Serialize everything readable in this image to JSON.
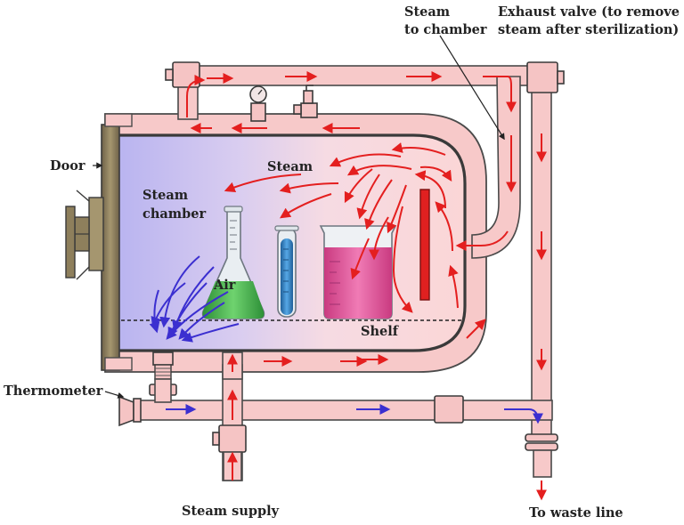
{
  "diagram": {
    "labels": {
      "steam_to_chamber_1": "Steam",
      "steam_to_chamber_2": "to chamber",
      "exhaust_1": "Exhaust valve (to remove",
      "exhaust_2": "steam after sterilization)",
      "door": "Door",
      "steam": "Steam",
      "steam_chamber_1": "Steam",
      "steam_chamber_2": "chamber",
      "air": "Air",
      "shelf": "Shelf",
      "thermometer": "Thermometer",
      "steam_supply": "Steam supply",
      "waste_line": "To waste line"
    },
    "colors": {
      "steam_arrow": "#e41f1f",
      "air_arrow": "#3b2fd0",
      "pipe_fill": "#f7c9c9",
      "door": "#8a7a5a",
      "flask_liquid": "#3fb04a",
      "tube_liquid": "#2f86c9",
      "beaker_liquid": "#e0549a",
      "heater": "#e02020"
    },
    "icons": [
      "pressure-gauge-icon",
      "valve-icon",
      "door-handle-icon",
      "thermometer-icon"
    ]
  }
}
